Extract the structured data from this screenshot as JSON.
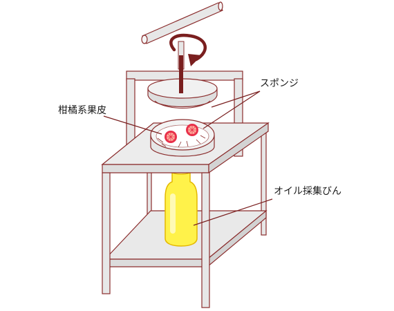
{
  "labels": {
    "sponge": "スポンジ",
    "peel": "柑橘系果皮",
    "bottle": "オイル採集びん"
  },
  "colors": {
    "frame_stroke": "#8a2c2c",
    "metal_fill": "#e7e7e7",
    "metal_light": "#f1f1f1",
    "screw": "#7a1f1f",
    "bottle_fill": "#fff24a",
    "bottle_stroke": "#e4b800",
    "fruit_red": "#e8304a",
    "fruit_inner": "#ffb3a0",
    "leader": "#7a1f1f"
  }
}
